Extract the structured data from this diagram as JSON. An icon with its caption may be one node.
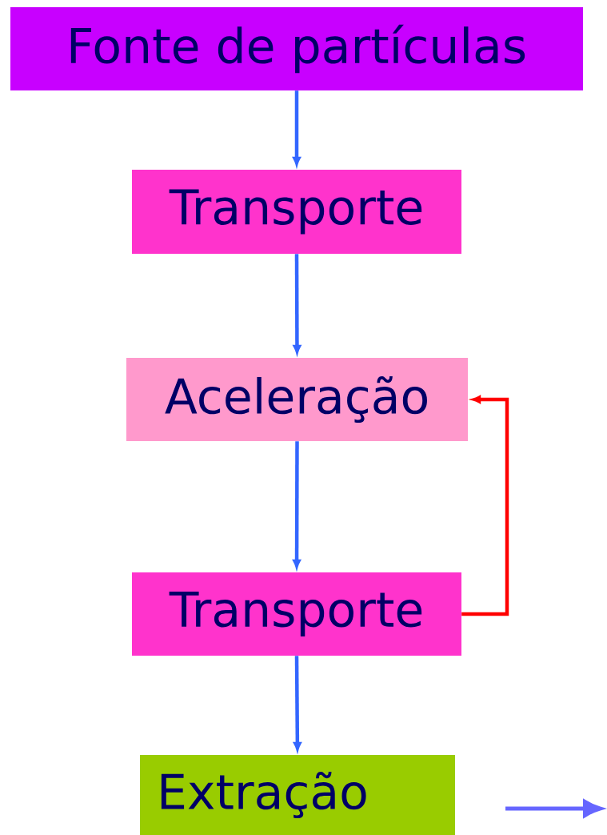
{
  "diagram": {
    "nodes": [
      {
        "text": [
          "Fonte de partículas"
        ]
      },
      {
        "text": [
          "Transporte"
        ]
      },
      {
        "text": [
          "Aceleração"
        ]
      },
      {
        "text": [
          "Transporte"
        ]
      },
      {
        "text": [
          "Extração"
        ]
      }
    ],
    "edges": [
      {
        "from": 0,
        "to": 1,
        "arrow": "to"
      },
      {
        "from": 1,
        "to": 2,
        "arrow": "to"
      },
      {
        "from": 2,
        "to": 3,
        "arrow": "to"
      },
      {
        "from": 3,
        "to": 2,
        "arrow": "to",
        "color": "#ff0000"
      },
      {
        "from": 3,
        "to": 4,
        "arrow": "to"
      }
    ]
  }
}
